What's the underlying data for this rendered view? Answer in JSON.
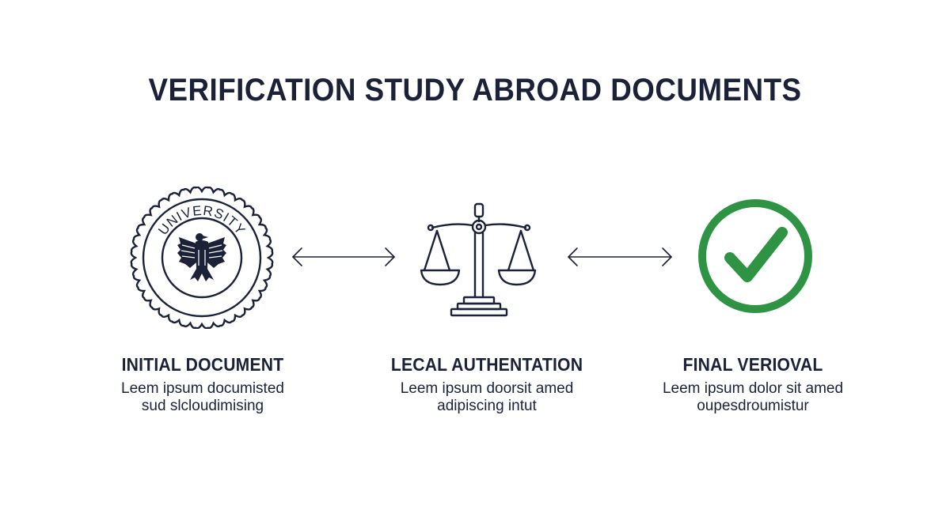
{
  "title": "VERIFICATION STUDY ABROAD DOCUMENTS",
  "colors": {
    "ink": "#1b2238",
    "check_green": "#2e9444"
  },
  "steps": [
    {
      "icon": "university-seal-icon",
      "seal_text": "UNIVERSITY",
      "heading": "INITIAL DOCUMENT",
      "desc_line1": "Leem ipsum documisted",
      "desc_line2": "sud slcloudimising"
    },
    {
      "icon": "scales-of-justice-icon",
      "heading": "LECAL AUTHENTATION",
      "desc_line1": "Leem ipsum doorsit amed",
      "desc_line2": "adipiscing intut"
    },
    {
      "icon": "checkmark-circle-icon",
      "heading": "FINAL VERIOVAL",
      "desc_line1": "Leem ipsum dolor sit amed",
      "desc_line2": "oupesdroumistur"
    }
  ],
  "connectors": [
    "double-arrow-icon",
    "double-arrow-icon"
  ]
}
